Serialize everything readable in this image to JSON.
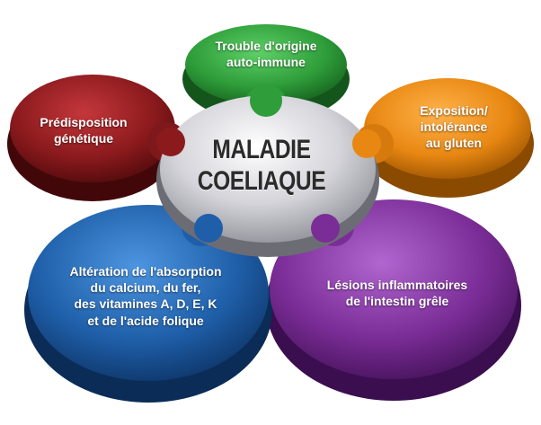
{
  "center": {
    "line1": "MALADIE",
    "line2": "COELIAQUE",
    "color": "#c9c9cf"
  },
  "petals": [
    {
      "id": "green",
      "color": "#2e9d3a",
      "lines": [
        "Trouble d'origine",
        "auto-immune"
      ]
    },
    {
      "id": "orange",
      "color": "#e88712",
      "lines": [
        "Exposition/",
        "intolérance",
        "au gluten"
      ]
    },
    {
      "id": "purple",
      "color": "#7b2d97",
      "lines": [
        "Lésions inflammatoires",
        "de l'intestin grêle"
      ]
    },
    {
      "id": "blue",
      "color": "#1f5fa9",
      "lines": [
        "Altération de l'absorption",
        "du calcium, du fer,",
        "des vitamines A, D, E, K",
        "et de l'acide folique"
      ]
    },
    {
      "id": "red",
      "color": "#8b1a1d",
      "lines": [
        "Prédisposition",
        "génétique"
      ]
    }
  ]
}
